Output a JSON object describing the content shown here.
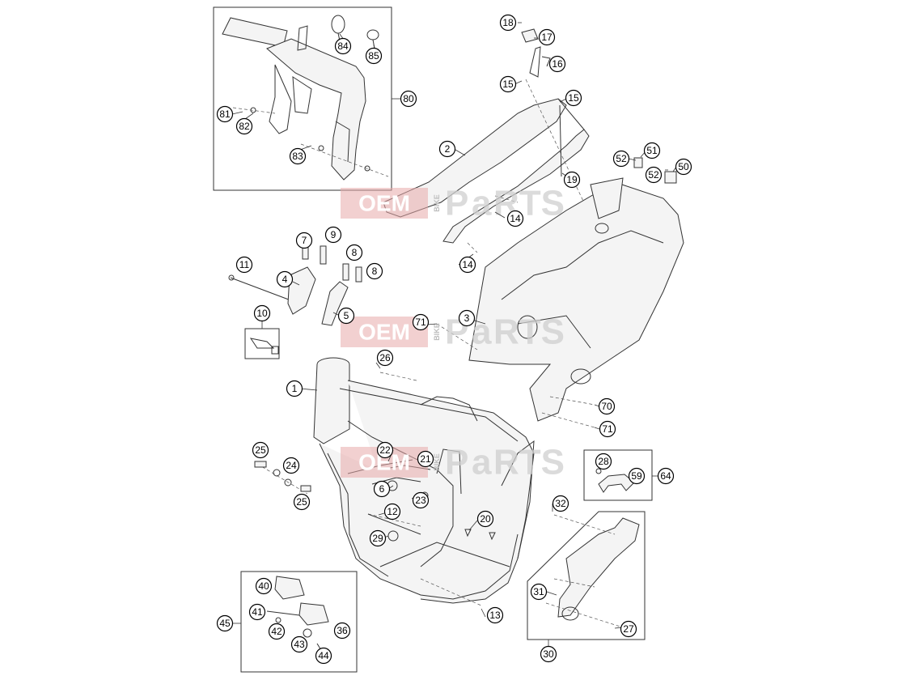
{
  "callouts": [
    "1",
    "2",
    "3",
    "4",
    "5",
    "6",
    "7",
    "8",
    "8",
    "9",
    "10",
    "11",
    "12",
    "13",
    "14",
    "14",
    "15",
    "15",
    "16",
    "17",
    "18",
    "19",
    "20",
    "21",
    "22",
    "23",
    "24",
    "25",
    "25",
    "26",
    "27",
    "28",
    "29",
    "30",
    "31",
    "32",
    "36",
    "40",
    "41",
    "42",
    "43",
    "44",
    "45",
    "50",
    "51",
    "52",
    "52",
    "59",
    "64",
    "70",
    "71",
    "71",
    "80",
    "81",
    "82",
    "83",
    "84",
    "85"
  ],
  "watermark": {
    "prefix": "OEM",
    "vertical": "BIKE",
    "suffix_a": "P",
    "suffix_b": "a",
    "suffix_c": "RTS"
  }
}
